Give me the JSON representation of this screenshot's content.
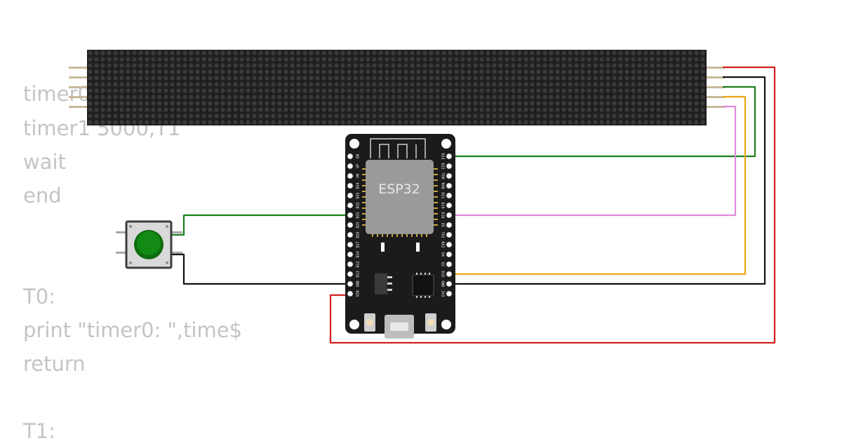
{
  "code_lines": [
    "timer0",
    "timer1 5000,T1",
    "wait",
    "end",
    "",
    "",
    "T0:",
    "print \"timer0: \",time$",
    "return",
    "",
    "T1:"
  ],
  "esp32": {
    "chip_label": "ESP32",
    "left_pins": [
      "EN",
      "VP",
      "VN",
      "D34",
      "D35",
      "D32",
      "D33",
      "D25",
      "D26",
      "D27",
      "D14",
      "D12",
      "D13",
      "GND",
      "VIN"
    ],
    "right_pins": [
      "D23",
      "D22",
      "TX0",
      "RX0",
      "D21",
      "D19",
      "D18",
      "D5",
      "TX2",
      "RX2",
      "D4",
      "D2",
      "D15",
      "GND",
      "3V3"
    ]
  },
  "colors": {
    "wire_red": "#d42020",
    "wire_black": "#111111",
    "wire_green": "#1a7f1a",
    "wire_orange": "#e8a712",
    "wire_pink": "#dc8ad8",
    "button_green": "#138a13",
    "board": "#1b1b1b",
    "matrix": "#1f1f1f",
    "code_text": "#c4c4c4"
  },
  "icons": {
    "led_matrix": "led-matrix-icon",
    "pushbutton": "pushbutton-icon",
    "board": "esp32-devkit-icon",
    "wifi_antenna": "wifi-antenna-icon"
  }
}
